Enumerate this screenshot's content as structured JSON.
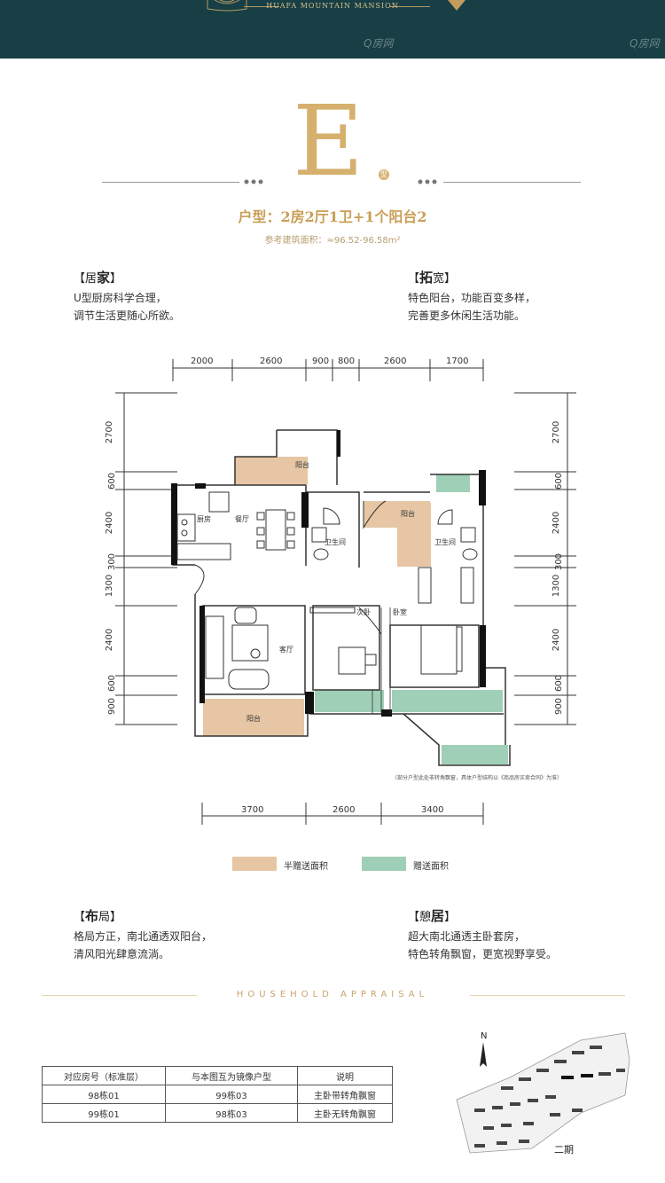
{
  "header": {
    "project_name": "HUAFA MOUNTAIN MANSION",
    "watermark": "Q房网"
  },
  "unit": {
    "letter": "E",
    "letter_suffix": "型",
    "type_line": "户型：2房2厅1卫+1个阳台2",
    "area_line": "参考建筑面积：≈96.52-96.58m²"
  },
  "features": {
    "home": {
      "title_prefix": "【居",
      "title_big": "家",
      "title_suffix": "】",
      "lines": [
        "U型厨房科学合理，",
        "调节生活更随心所欲。"
      ]
    },
    "expand": {
      "title_prefix": "【",
      "title_big": "拓",
      "title_suffix": "宽】",
      "lines": [
        "特色阳台，功能百变多样，",
        "完善更多休闲生活功能。"
      ]
    },
    "layout": {
      "title_prefix": "【",
      "title_big": "布",
      "title_suffix": "局】",
      "lines": [
        "格局方正，南北通透双阳台，",
        "清风阳光肆意流淌。"
      ]
    },
    "living": {
      "title_prefix": "【憩",
      "title_big": "居",
      "title_suffix": "】",
      "lines": [
        "超大南北通透主卧套房，",
        "特色转角飘窗，更宽视野享受。"
      ]
    }
  },
  "plan": {
    "top_dims": [
      "2000",
      "2600",
      "900",
      "800",
      "2600",
      "1700"
    ],
    "bottom_dims": [
      "3700",
      "2600",
      "3400"
    ],
    "left_dims": [
      "2700",
      "600",
      "2400",
      "300",
      "1300",
      "2400",
      "600",
      "900"
    ],
    "right_dims": [
      "2700",
      "600",
      "2400",
      "300",
      "1300",
      "2400",
      "600",
      "900"
    ],
    "rooms": {
      "balcony_top": "阳台",
      "balcony_mid": "阳台",
      "balcony_bottom": "阳台",
      "kitchen": "厨房",
      "dining": "餐厅",
      "bath1": "卫生间",
      "bath2": "卫生间",
      "living": "客厅",
      "second_bed": "次卧",
      "master_bed": "卧室"
    },
    "note": "（部分户型此处非转角飘窗，具体户型结构以《商品房买卖合同》为准）"
  },
  "legend": {
    "half_gift": "半赠送面积",
    "gift": "赠送面积"
  },
  "colors": {
    "header_bg": "#173f45",
    "gold": "#d6b06d",
    "half_gift": "#e6c6a4",
    "gift": "#9fcfb6"
  },
  "appraisal": "HOUSEHOLD APPRAISAL",
  "table": {
    "headers": [
      "对应房号（标准层）",
      "与本图互为镜像户型",
      "说明"
    ],
    "rows": [
      [
        "98栋01",
        "99栋03",
        "主卧带转角飘窗"
      ],
      [
        "99栋01",
        "98栋03",
        "主卧无转角飘窗"
      ]
    ]
  },
  "site_map": {
    "north": "N",
    "phase": "二期"
  }
}
